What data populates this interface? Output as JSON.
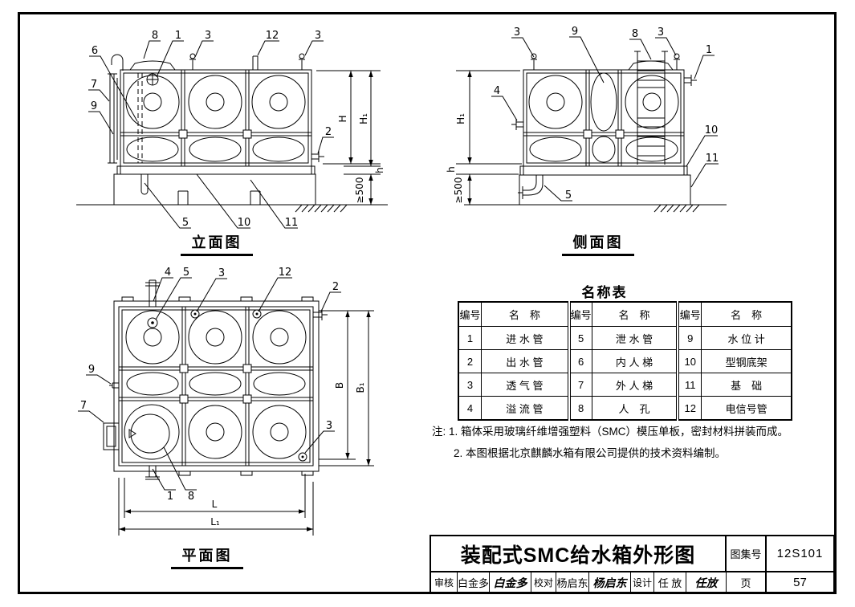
{
  "views": {
    "elevation": {
      "title": "立面图",
      "callouts": {
        "c8": "8",
        "c1": "1",
        "c3a": "3",
        "c12": "12",
        "c3b": "3",
        "c6": "6",
        "c7": "7",
        "c9": "9",
        "c2": "2",
        "c5": "5",
        "c10": "10",
        "c11": "11"
      },
      "dims": {
        "H": "H",
        "H1": "H₁",
        "h": "h",
        "gte500": "≥500"
      }
    },
    "side": {
      "title": "侧面图",
      "callouts": {
        "c3a": "3",
        "c9": "9",
        "c8": "8",
        "c3b": "3",
        "c1": "1",
        "c4": "4",
        "c10": "10",
        "c11": "11",
        "c5": "5"
      },
      "dims": {
        "H1": "H₁",
        "h": "h",
        "gte500": "≥500"
      }
    },
    "plan": {
      "title": "平面图",
      "callouts": {
        "c4": "4",
        "c5": "5",
        "c3a": "3",
        "c12": "12",
        "c2": "2",
        "c9": "9",
        "c7": "7",
        "c3b": "3",
        "c1": "1",
        "c8": "8"
      },
      "dims": {
        "B": "B",
        "B1": "B₁",
        "L": "L",
        "L1": "L₁"
      }
    }
  },
  "parts_table": {
    "title": "名称表",
    "header_no": "编号",
    "header_name": "名　称",
    "rows": [
      [
        "1",
        "进 水 管",
        "5",
        "泄 水 管",
        "9",
        "水 位 计"
      ],
      [
        "2",
        "出 水 管",
        "6",
        "内 人 梯",
        "10",
        "型钢底架"
      ],
      [
        "3",
        "透 气 管",
        "7",
        "外 人 梯",
        "11",
        "基　础"
      ],
      [
        "4",
        "溢 流 管",
        "8",
        "人　孔",
        "12",
        "电信号管"
      ]
    ]
  },
  "notes": {
    "line1": "注: 1. 箱体采用玻璃纤维增强塑料（SMC）模压单板，密封材料拼装而成。",
    "line2": "2. 本图根据北京麒麟水箱有限公司提供的技术资料编制。"
  },
  "titleblock": {
    "title": "装配式SMC给水箱外形图",
    "atlas_label": "图集号",
    "atlas_no": "12S101",
    "page_label": "页",
    "page_no": "57",
    "review_label": "审核",
    "review_name": "白金多",
    "review_sig": "白金多",
    "check_label": "校对",
    "check_name": "杨启东",
    "check_sig": "杨启东",
    "design_label": "设计",
    "design_name": "任 放",
    "design_sig": "任放"
  }
}
